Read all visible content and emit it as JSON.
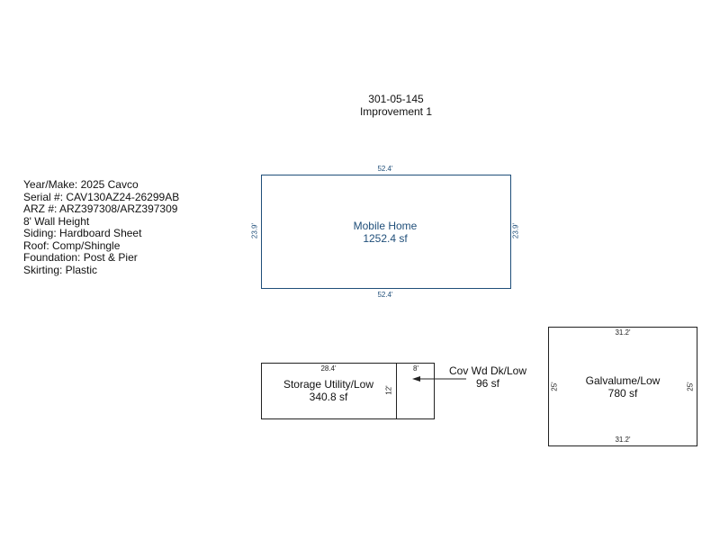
{
  "header": {
    "parcel": "301-05-145",
    "improvement": "Improvement 1"
  },
  "info": [
    "Year/Make: 2025 Cavco",
    "Serial #: CAV130AZ24-26299AB",
    "ARZ #: ARZ397308/ARZ397309",
    "8' Wall Height",
    "Siding: Hardboard Sheet",
    "Roof: Comp/Shingle",
    "Foundation: Post & Pier",
    "Skirting: Plastic"
  ],
  "mobile_home": {
    "name": "Mobile Home",
    "area": "1252.4 sf",
    "top": "52.4'",
    "bottom": "52.4'",
    "left": "23.9'",
    "right": "23.9'"
  },
  "storage": {
    "name": "Storage Utility/Low",
    "area": "340.8 sf",
    "top": "28.4'",
    "side": "12'"
  },
  "deck": {
    "name": "Cov Wd Dk/Low",
    "area": "96 sf",
    "top": "8'"
  },
  "galvalume": {
    "name": "Galvalume/Low",
    "area": "780 sf",
    "top": "31.2'",
    "bottom": "31.2'",
    "left": "25'",
    "right": "25'"
  },
  "colors": {
    "mobile_home_outline": "#1f4e79",
    "outline": "#222222"
  }
}
